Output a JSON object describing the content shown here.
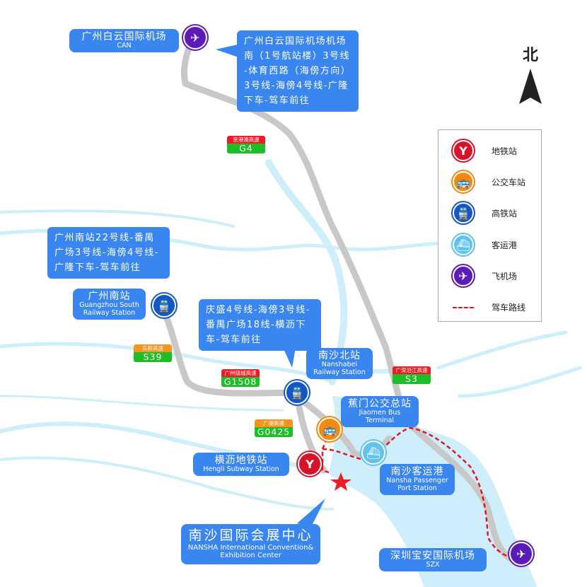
{
  "compass": {
    "label": "北"
  },
  "locations": {
    "can": {
      "cn": "广州白云国际机场",
      "en": "CAN"
    },
    "gzs": {
      "cn": "广州南站",
      "en1": "Guangzhou South",
      "en2": "Railway Station"
    },
    "nsb": {
      "cn": "南沙北站",
      "en1": "Nanshabei",
      "en2": "Railway Station"
    },
    "jm": {
      "cn": "蕉门公交总站",
      "en": "Jiaomen Bus Terminal"
    },
    "hl": {
      "cn": "横沥地铁站",
      "en": "Hengli Subway Station"
    },
    "port": {
      "cn": "南沙客运港",
      "en1": "Nansha Passenger",
      "en2": "Port Station"
    },
    "center": {
      "cn": "南沙国际会展中心",
      "en1": "NANSHA International Convention&",
      "en2": "Exhibition Center"
    },
    "szx": {
      "cn": "深圳宝安国际机场",
      "en": "SZX"
    }
  },
  "directions": {
    "can": [
      "广州白云国际机场机场",
      "南（1号航站楼）3号线",
      "-体育西路（海傍方向）",
      "3号线-海傍4号线-广隆",
      "下车-驾车前往"
    ],
    "gzs": [
      "广州南站22号线-番禺",
      "广场3号线-海傍4号线-",
      "广隆下车-驾车前往"
    ],
    "nsb": [
      "庆盛4号线-海傍3号线-",
      "番禺广场18线-横沥下",
      "车-驾车前往"
    ]
  },
  "highways": [
    {
      "name": "京港澳高速",
      "code": "G4",
      "color": "#ee1c25"
    },
    {
      "name": "东新高速",
      "code": "S39",
      "color": "#f7941d"
    },
    {
      "name": "广州绕城高速",
      "code": "G1508",
      "color": "#ee1c25"
    },
    {
      "name": "广澳高速",
      "code": "G0425",
      "color": "#f7941d"
    },
    {
      "name": "广深沿江高速",
      "code": "S3",
      "color": "#ee1c25"
    }
  ],
  "legend": {
    "items": [
      {
        "label": "地铁站",
        "icon": "subway-icon",
        "color": "#d7122b"
      },
      {
        "label": "公交车站",
        "icon": "bus-icon",
        "color": "#f4890f"
      },
      {
        "label": "高铁站",
        "icon": "train-icon",
        "color": "#1456c8"
      },
      {
        "label": "客运港",
        "icon": "ferry-icon",
        "color": "#5fc3ef"
      },
      {
        "label": "飞机场",
        "icon": "airport-icon",
        "color": "#5a1bb8"
      },
      {
        "label": "驾车路线",
        "icon": "dashed-route-icon",
        "color": "#e8141e"
      }
    ]
  },
  "colors": {
    "label": "#3a86f0",
    "water": "#cdeefa",
    "road": "#c8c8c8",
    "route": "#e8141e",
    "destination": "#ee1c25"
  }
}
